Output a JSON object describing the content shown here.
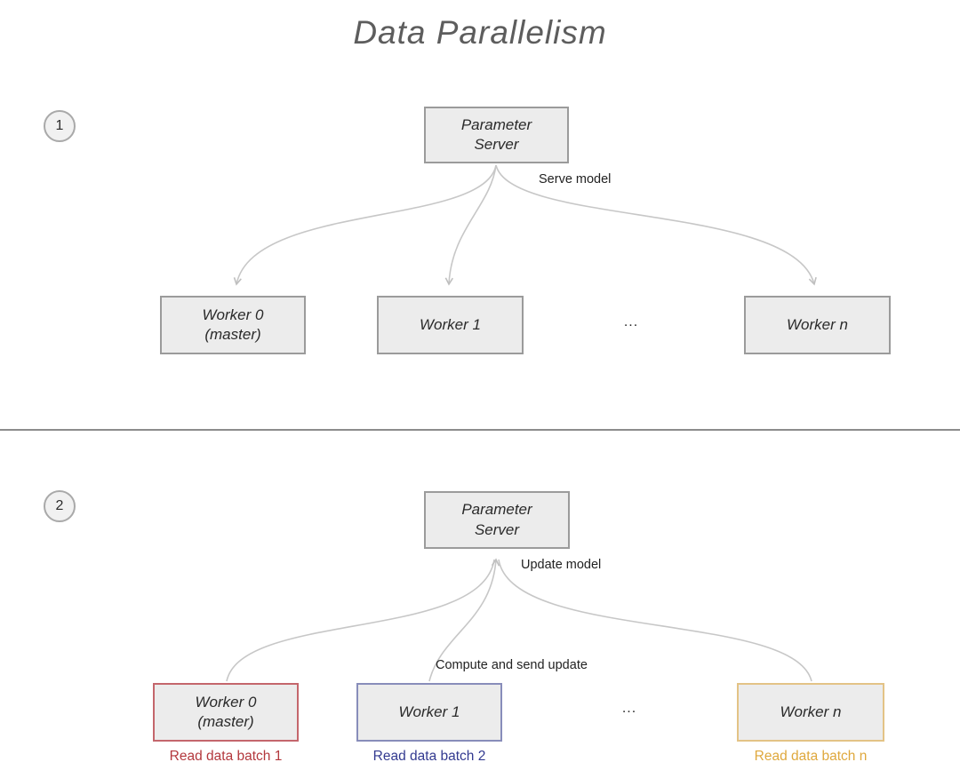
{
  "title": "Data Parallelism",
  "section1": {
    "step": "1",
    "server": {
      "line1": "Parameter",
      "line2": "Server"
    },
    "edge_label": "Serve model",
    "ellipsis": "...",
    "workers": [
      {
        "line1": "Worker 0",
        "line2": "(master)"
      },
      {
        "line1": "Worker 1",
        "line2": ""
      },
      {
        "line1": "Worker n",
        "line2": ""
      }
    ]
  },
  "section2": {
    "step": "2",
    "server": {
      "line1": "Parameter",
      "line2": "Server"
    },
    "edge_label_top": "Update model",
    "edge_label_bottom": "Compute and send update",
    "ellipsis": "...",
    "workers": [
      {
        "line1": "Worker 0",
        "line2": "(master)",
        "caption": "Read data batch 1",
        "accent": "#c4666c",
        "caption_color": "#b3383d"
      },
      {
        "line1": "Worker 1",
        "line2": "",
        "caption": "Read data batch 2",
        "accent": "#888dba",
        "caption_color": "#333a90"
      },
      {
        "line1": "Worker n",
        "line2": "",
        "caption": "Read data batch n",
        "accent": "#e3c386",
        "caption_color": "#dfa83d"
      }
    ]
  },
  "edge_color": "#c7c7c7"
}
